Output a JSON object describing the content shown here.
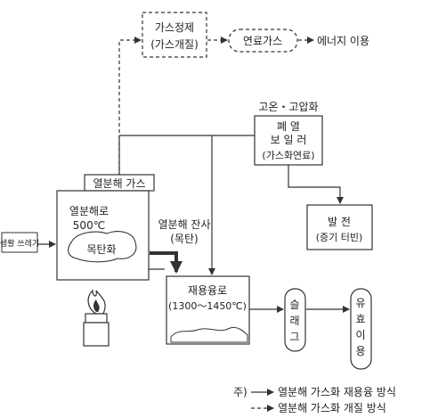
{
  "nodes": {
    "gas_refining": {
      "line1": "가스정제",
      "line2": "(가스개질)"
    },
    "fuel_gas": {
      "label": "연료가스"
    },
    "energy_use": {
      "label": "에너지 이용"
    },
    "high_temp_pressure": {
      "label": "고온・고압화"
    },
    "waste_boiler": {
      "line1": "폐 열",
      "line2": "보 일 러",
      "line3": "(가스화연료)"
    },
    "pyrolysis_gas": {
      "label": "열분해 가스"
    },
    "pyrolysis_furnace": {
      "line1": "열분해로",
      "line2": "500℃",
      "inner": "목탄화"
    },
    "household_waste": {
      "label": "생활 쓰레기"
    },
    "pyrolysis_residue": {
      "line1": "열분해 잔사",
      "line2": "(목탄)"
    },
    "power_generation": {
      "line1": "발 전",
      "line2": "(증기 터빈)"
    },
    "melting_furnace": {
      "line1": "재용융로",
      "line2": "(1300～1450℃)"
    },
    "slag": {
      "label": "슬래그"
    },
    "effective_use": {
      "label": "유효이용"
    }
  },
  "legend": {
    "prefix": "주)",
    "solid_label": "열분해 가스화 재용융 방식",
    "dashed_label": "열분해 가스화 개질 방식"
  },
  "colors": {
    "line": "#333333",
    "background": "#ffffff"
  }
}
